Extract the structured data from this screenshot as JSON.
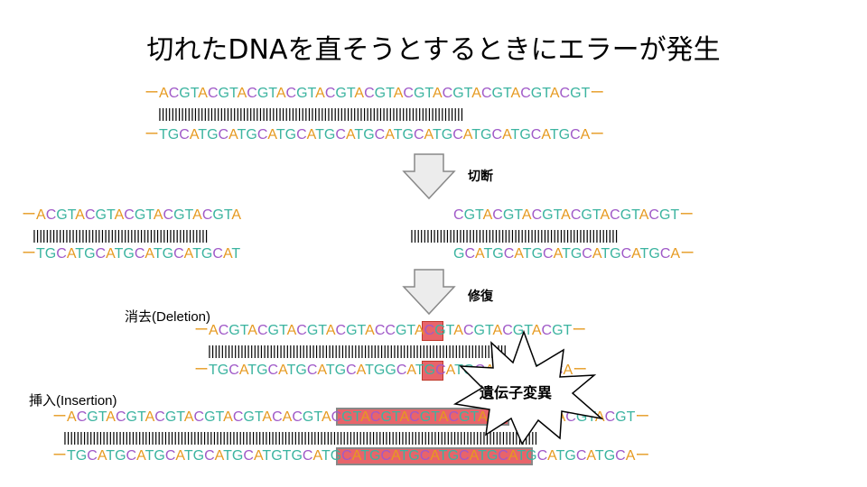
{
  "title": "切れたDNAを直そうとするときにエラーが発生",
  "colors": {
    "A": "#e69a20",
    "C": "#a05ac8",
    "G": "#3cb4a0",
    "T": "#3cb4a0",
    "dash": "#e69a20",
    "highlight": "#e8646a"
  },
  "original": {
    "top": "ーACGTACGTACGTACGTACGTACGTACGTACGTACGTACGTACGTー",
    "bonds": "||||||||||||||||||||||||||||||||||||||||||||||||||||||||||||||||||||||||||||||||||||||||||||||",
    "bottom": "ーTGCATGCATGCATGCATGCATGCATGCATGCATGCATGCATGCAー"
  },
  "step1": "切断",
  "cut_left": {
    "top": "ーACGTACGTACGTACGTACGTA",
    "bonds": "||||||||||||||||||||||||||||||||||||||||||||||||||||||",
    "bottom": "ーTGCATGCATGCATGCATGCAT"
  },
  "cut_right": {
    "top": "CGTACGTACGTACGTACGTACGTー",
    "bonds": "||||||||||||||||||||||||||||||||||||||||||||||||||||||||||||||||",
    "bottom": "GCATGCATGCATGCATGCATGCAー"
  },
  "step2": "修復",
  "deletion": {
    "label": "消去(Deletion)",
    "top": "ーACGTACGTACGTACGTACCGTACGTACGTACGTACGTー",
    "bonds": "||||||||||||||||||||||||||||||||||||||||||||||||||||||||||||||||||||||||||||||||||||||||||||",
    "bottom": "ーTGCATGCATGCATGCATGGCATGCATGCATGCATGCAー"
  },
  "insertion": {
    "label": "挿入(Insertion)",
    "top": "ーACGTACGTACGTACGTACGTACACGTACGTACGTACGTACGTACGTACGTACGTACGTー",
    "bonds": "||||||||||||||||||||||||||||||||||||||||||||||||||||||||||||||||||||||||||||||||||||||||||||||||||||||||||||||||||||||||||||||||||||||||||||||||||",
    "bottom": "ーTGCATGCATGCATGCATGCATGTGCATGCATGCATGCATGCATGCATGCATGCATGCAー"
  },
  "burst_text": "遺伝子変異"
}
